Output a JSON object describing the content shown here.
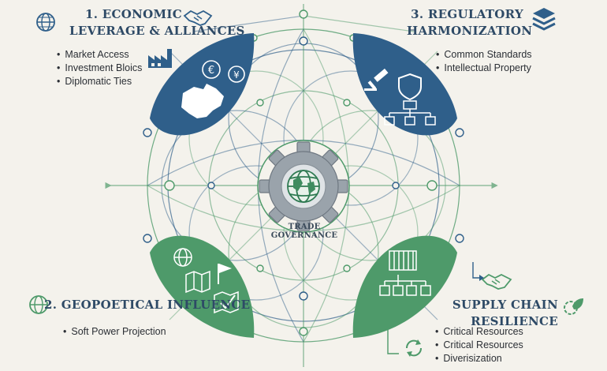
{
  "colors": {
    "background": "#f4f2ec",
    "blue": "#2f5f8a",
    "green": "#4e9a6a",
    "navy_text": "#2e4a66",
    "gear": "#9aa3ab"
  },
  "center": {
    "label": "TRADE GOVERNANCE"
  },
  "quadrants": [
    {
      "id": "economic",
      "heading_lines": [
        "1. ECONOMIC",
        "LEVERAGE & ALLIANCES"
      ],
      "bullets": [
        "Market Access",
        "Investment Bloics",
        "Diplomatic Ties"
      ],
      "icons": [
        "globe-icon",
        "handshake-icon",
        "factory-icon",
        "euro-coin-icon",
        "yen-coin-icon",
        "china-map-icon"
      ]
    },
    {
      "id": "regulatory",
      "heading_lines": [
        "3. REGULATORY",
        "HARMONIZATION"
      ],
      "bullets": [
        "Common Standards",
        "Intellectual Property"
      ],
      "icons": [
        "layers-icon",
        "gavel-icon",
        "shield-icon",
        "org-chart-icon"
      ]
    },
    {
      "id": "geopolitical",
      "heading_lines": [
        "2. GEOPOETICAL INFLUENCE"
      ],
      "bullets": [
        "Soft Power Projection"
      ],
      "icons": [
        "globe-icon",
        "map-icon",
        "flag-icon",
        "map-check-icon"
      ]
    },
    {
      "id": "supply",
      "heading_lines": [
        "SUPPLY CHAIN RESILIENCE"
      ],
      "bullets": [
        "Critical Resources",
        "Critical Resources",
        "Diverisization"
      ],
      "icons": [
        "container-icon",
        "handshake-icon",
        "network-icon",
        "leaf-gear-icon",
        "recycle-icon"
      ]
    }
  ]
}
